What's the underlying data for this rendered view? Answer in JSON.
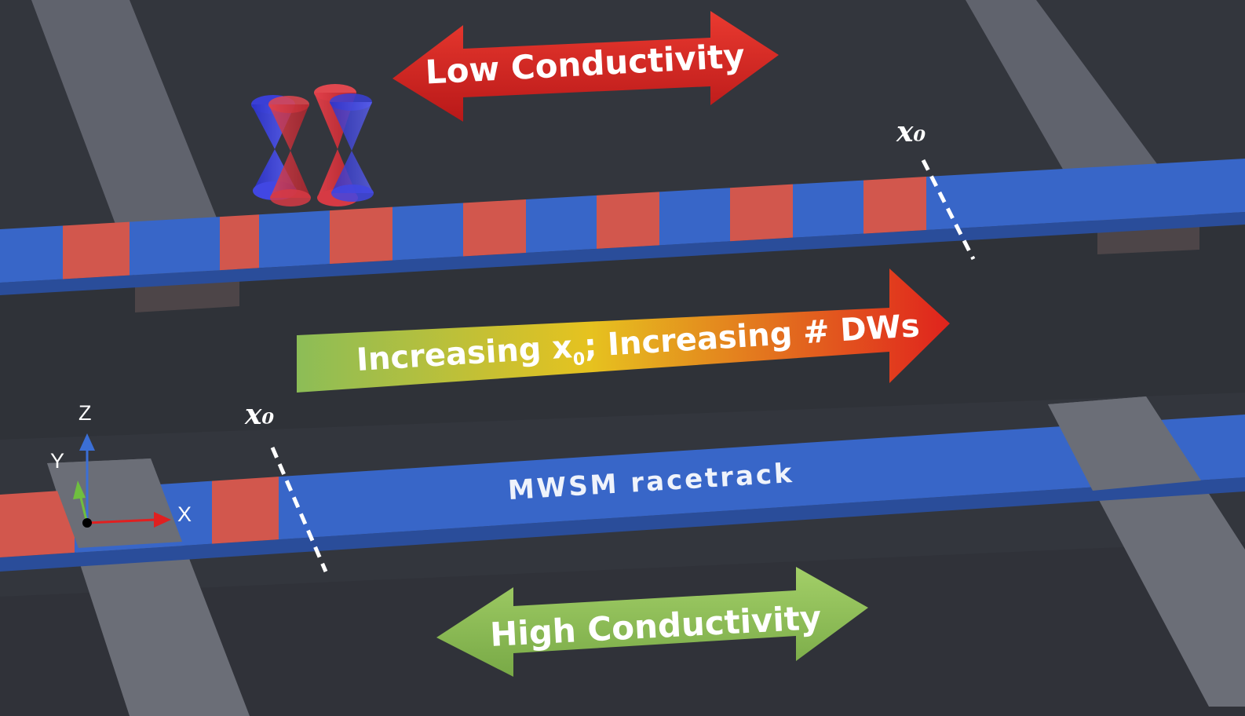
{
  "labels": {
    "low_conductivity": "Low Conductivity",
    "high_conductivity": "High Conductivity",
    "increasing_prefix": "Increasing x",
    "increasing_sub": "0",
    "increasing_suffix": "; Increasing # DWs",
    "racetrack": "MWSM racetrack",
    "x0_top": "x₀",
    "x0_bottom": "x₀"
  },
  "axes": {
    "x": "X",
    "y": "Y",
    "z": "Z"
  },
  "colors": {
    "background": "#33363d",
    "domain_red": "#d2574d",
    "domain_blue": "#3866c8",
    "arrow_red": "#d62424",
    "arrow_green": "#8fbf57",
    "arrow_gradient": [
      "#8cbd57",
      "#e6c21f",
      "#e0231d"
    ],
    "axis_x": "#e02020",
    "axis_y": "#6fbf3f",
    "axis_z": "#3b6fd6"
  }
}
